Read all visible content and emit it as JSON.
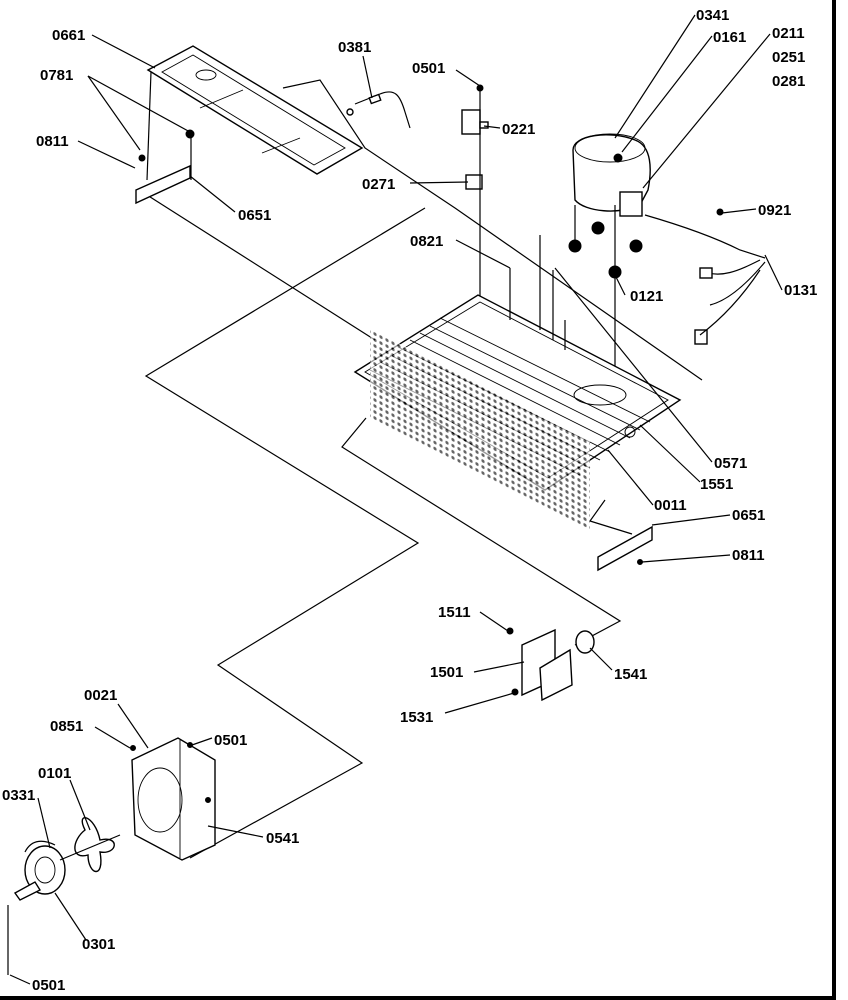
{
  "diagram": {
    "labels": {
      "l0661": "0661",
      "l0781": "0781",
      "l0811a": "0811",
      "l0651a": "0651",
      "l0381": "0381",
      "l0501a": "0501",
      "l0221": "0221",
      "l0271": "0271",
      "l0341": "0341",
      "l0161": "0161",
      "l0211": "0211",
      "l0251": "0251",
      "l0281": "0281",
      "l0921": "0921",
      "l0131": "0131",
      "l0121": "0121",
      "l0821": "0821",
      "l0571": "0571",
      "l1551": "1551",
      "l0011": "0011",
      "l0651b": "0651",
      "l0811b": "0811",
      "l1511": "1511",
      "l1501": "1501",
      "l1541": "1541",
      "l1531": "1531",
      "l0021": "0021",
      "l0851": "0851",
      "l0501b": "0501",
      "l0101": "0101",
      "l0331": "0331",
      "l0541": "0541",
      "l0301": "0301",
      "l0501c": "0501"
    }
  }
}
